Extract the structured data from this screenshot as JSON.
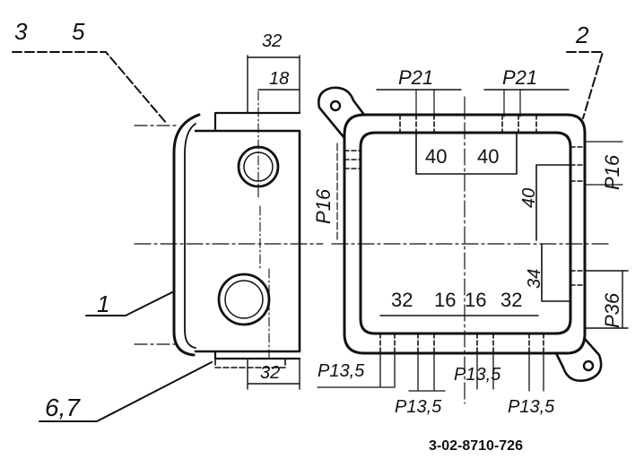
{
  "callouts": {
    "c3": "3",
    "c5": "5",
    "c2": "2",
    "c1": "1",
    "c67": "6,7"
  },
  "side_view": {
    "dim_32_top": "32",
    "dim_18": "18",
    "dim_32_bottom": "32"
  },
  "front_view": {
    "p21_left": "P21",
    "p21_right": "P21",
    "dim_40_left": "40",
    "dim_40_right": "40",
    "p16_left": "P16",
    "p16_right": "P16",
    "dim_40_vertical": "40",
    "dim_34": "34",
    "p36": "P36",
    "dim_32_left": "32",
    "dim_16_left": "16",
    "dim_16_right": "16",
    "dim_32_right": "32",
    "p135_a": "P13,5",
    "p135_b": "P13,5",
    "p135_c": "P13,5",
    "p135_d": "P13,5"
  },
  "drawing_number": "3-02-8710-726"
}
